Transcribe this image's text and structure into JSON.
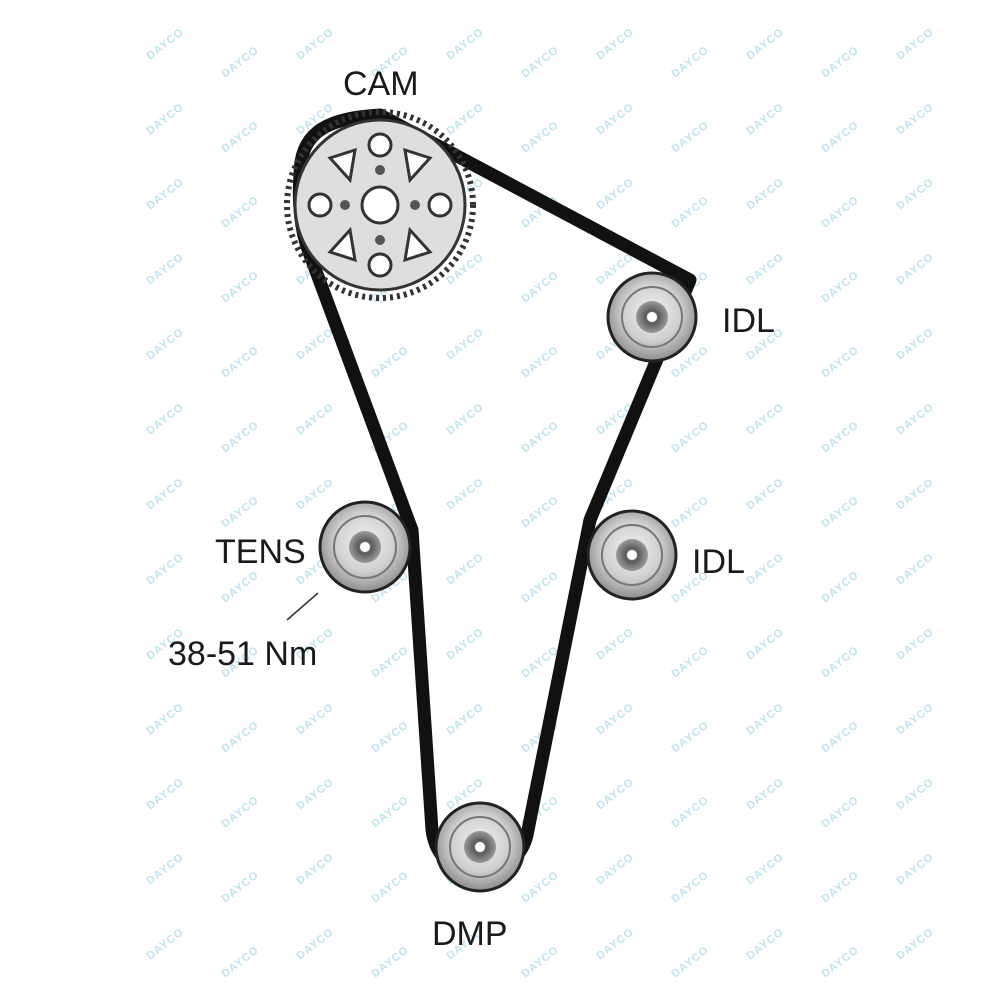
{
  "watermark": {
    "text": "DAYCO",
    "color": "#bfe3ef"
  },
  "labels": {
    "cam": "CAM",
    "idl_top": "IDL",
    "idl_mid": "IDL",
    "tens": "TENS",
    "torque": "38-51 Nm",
    "dmp": "DMP"
  },
  "colors": {
    "belt": "#111111",
    "pulley_outer": "#cfcfcf",
    "pulley_ring": "#8a8a8a",
    "sprocket": "#d9d9d9"
  }
}
